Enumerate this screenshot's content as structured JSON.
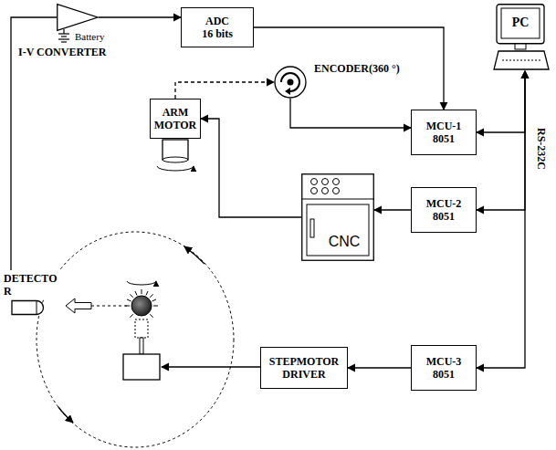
{
  "diagram": {
    "nodes": [
      {
        "text": [
          "I-V CONVERTER"
        ]
      },
      {
        "text": [
          "ADC 16 bits"
        ]
      },
      {
        "text": [
          "PC"
        ]
      },
      {
        "text": [
          "ENCODER(360 °)"
        ]
      },
      {
        "text": [
          "ARM MOTOR"
        ]
      },
      {
        "text": [
          "MCU-1 8051"
        ]
      },
      {
        "text": [
          "CNC"
        ]
      },
      {
        "text": [
          "MCU-2 8051"
        ]
      },
      {
        "text": [
          "STEPMOTOR DRIVER"
        ]
      },
      {
        "text": [
          "MCU-3 8051"
        ]
      },
      {
        "text": [
          "DETECTO R"
        ]
      }
    ],
    "edges": [
      {
        "from": 0,
        "to": 1,
        "arrow": "to"
      },
      {
        "from": 1,
        "to": 5,
        "arrow": "to"
      },
      {
        "from": 4,
        "to": 3,
        "arrow": "to"
      },
      {
        "from": 3,
        "to": 5,
        "arrow": "to"
      },
      {
        "from": 6,
        "to": 4,
        "arrow": "to"
      },
      {
        "from": 7,
        "to": 6,
        "arrow": "to"
      },
      {
        "from": 9,
        "to": 8,
        "arrow": "to"
      },
      {
        "from": 2,
        "to": 5,
        "arrow": "both"
      },
      {
        "from": 2,
        "to": 7,
        "arrow": "both"
      },
      {
        "from": 2,
        "to": 9,
        "arrow": "both"
      },
      {
        "from": 10,
        "to": 0,
        "arrow": "none"
      }
    ],
    "labels": [
      "Battery",
      "RS-232C"
    ]
  }
}
